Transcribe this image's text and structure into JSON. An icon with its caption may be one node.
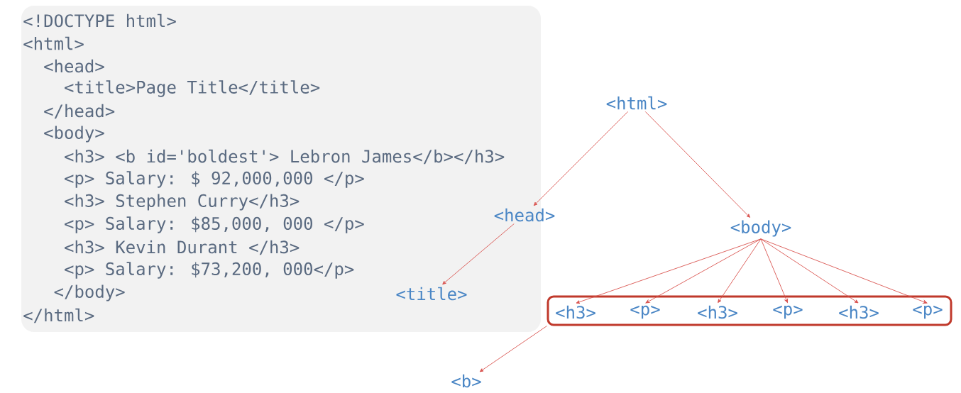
{
  "diagram": {
    "nodes": [
      {
        "text": [
          "<html>"
        ]
      },
      {
        "text": [
          "<head>"
        ]
      },
      {
        "text": [
          "<body>"
        ]
      },
      {
        "text": [
          "<title>"
        ]
      },
      {
        "text": [],
        "shape": "box"
      },
      {
        "text": [
          "<h3>"
        ],
        "in": 4
      },
      {
        "text": [
          "<p>"
        ],
        "in": 4
      },
      {
        "text": [
          "<h3>"
        ],
        "in": 4
      },
      {
        "text": [
          "<p>"
        ],
        "in": 4
      },
      {
        "text": [
          "<h3>"
        ],
        "in": 4
      },
      {
        "text": [
          "<p>"
        ],
        "in": 4
      },
      {
        "text": [
          "<b>"
        ]
      }
    ],
    "edges": [
      {
        "from": 0,
        "to": 1,
        "arrow": "to"
      },
      {
        "from": 0,
        "to": 2,
        "arrow": "to"
      },
      {
        "from": 1,
        "to": 3,
        "arrow": "to"
      },
      {
        "from": 2,
        "to": 5,
        "arrow": "to"
      },
      {
        "from": 2,
        "to": 6,
        "arrow": "to"
      },
      {
        "from": 2,
        "to": 7,
        "arrow": "to"
      },
      {
        "from": 2,
        "to": 8,
        "arrow": "to"
      },
      {
        "from": 2,
        "to": 9,
        "arrow": "to"
      },
      {
        "from": 2,
        "to": 10,
        "arrow": "to"
      },
      {
        "from": 4,
        "to": 11,
        "arrow": "to"
      }
    ],
    "labels": [
      "<!DOCTYPE html>",
      "<html>",
      "<head>",
      "<title>Page Title</title>",
      "</head>",
      "<body>",
      "<h3>  <b id='boldest'> Lebron James</b></h3>",
      "<p> Salary: $ 92,000,000 </p>",
      "<h3> Stephen Curry</h3>",
      "<p> Salary: $85,000, 000 </p>",
      "<h3> Kevin Durant </h3>",
      "<p> Salary: $73,200, 000</p>",
      "</body>",
      "</html>"
    ]
  }
}
